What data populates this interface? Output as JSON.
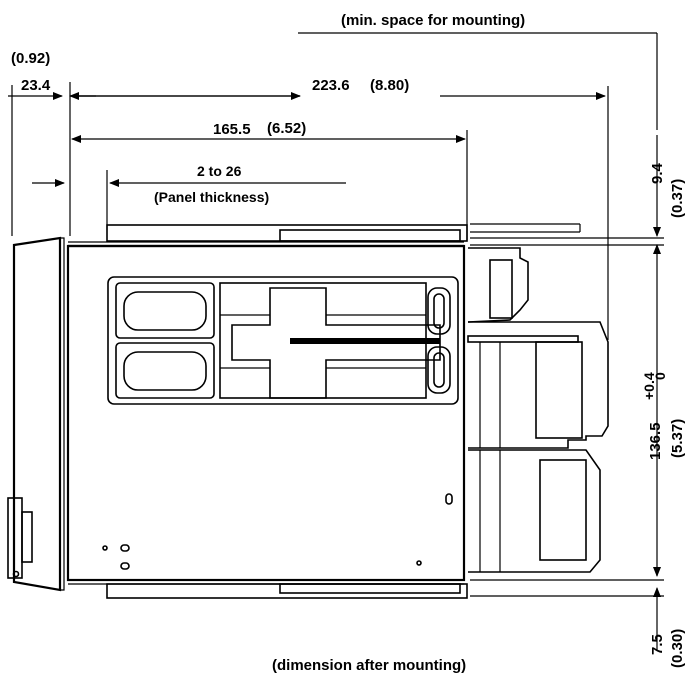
{
  "labels": {
    "min_space": "(min. space for mounting)",
    "dim_after_mounting": "(dimension after mounting)",
    "bezel_in": "(0.92)",
    "bezel_mm": "23.4",
    "total_depth_mm": "223.6",
    "total_depth_in": "(8.80)",
    "body_depth_mm": "165.5",
    "body_depth_in": "(6.52)",
    "panel_range": "2 to 26",
    "panel_thickness": "(Panel thickness)",
    "top_gap_mm": "9.4",
    "top_gap_in": "(0.37)",
    "height_mm": "136.5",
    "height_tol_plus": "+0.4",
    "height_tol_minus": "0",
    "height_in": "(5.37)",
    "bottom_gap_mm": "7.5",
    "bottom_gap_in": "(0.30)"
  }
}
